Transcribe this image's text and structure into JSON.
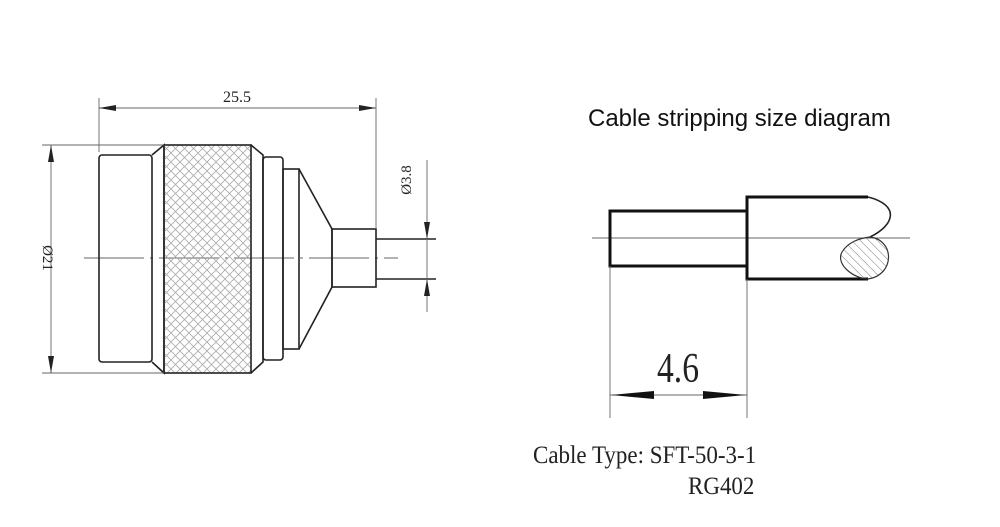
{
  "title": "Cable stripping size diagram",
  "connector": {
    "length_label": "25.5",
    "outer_diameter_label": "Ø21",
    "cable_diameter_label": "Ø3.8"
  },
  "stripping": {
    "strip_length_label": "4.6",
    "cable_type_line": "Cable Type: SFT-50-3-1",
    "cable_type_alt": "RG402"
  }
}
